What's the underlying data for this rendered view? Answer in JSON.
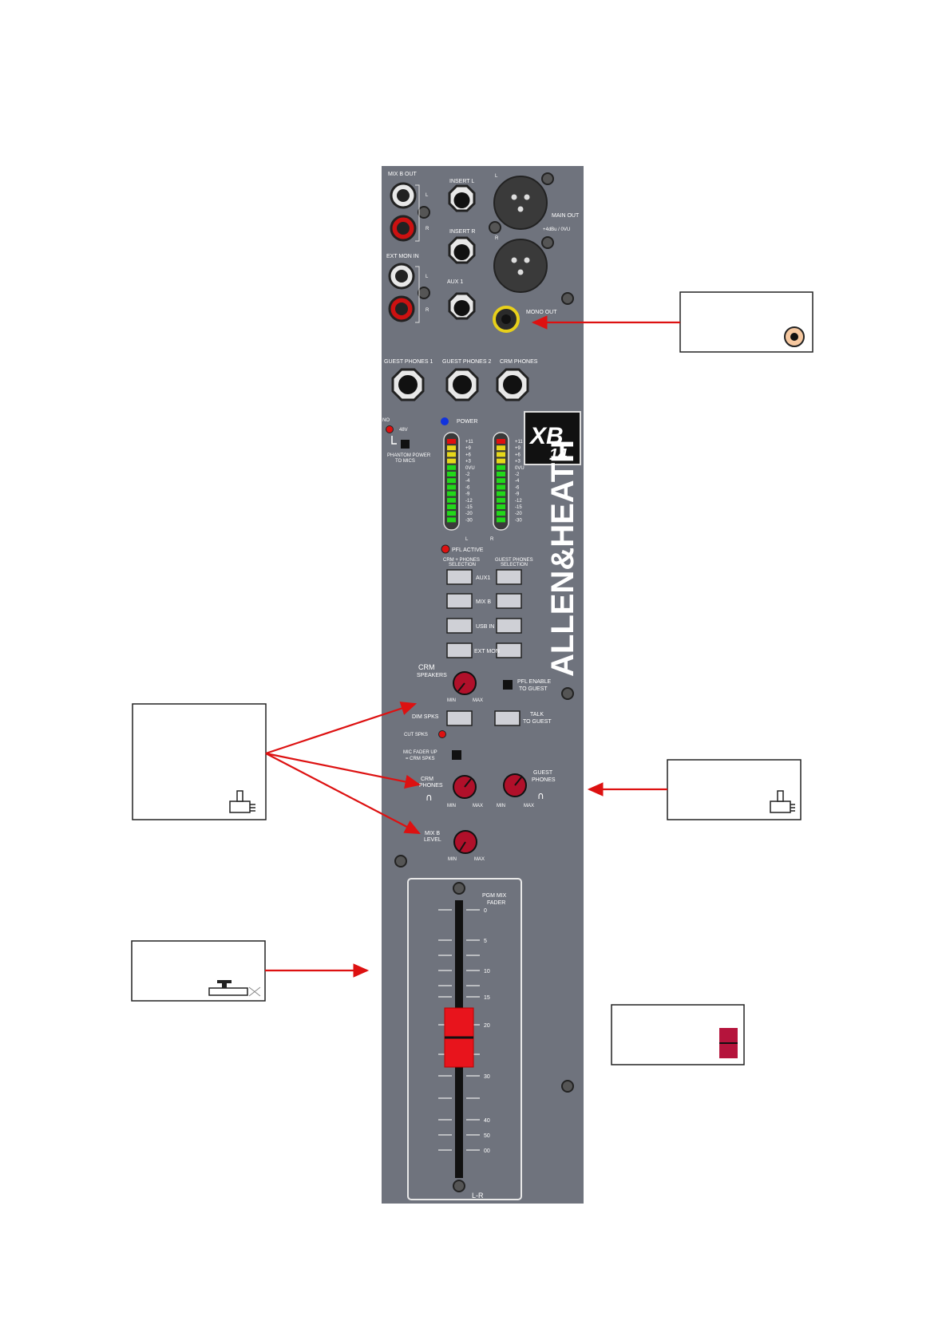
{
  "panel": {
    "brand": "ALLEN&HEATH",
    "model_line1": "XB",
    "model_line2": "14",
    "jacks": {
      "mix_b_out": "MIX B OUT",
      "ext_mon_in": "EXT MON IN",
      "left": "L",
      "right": "R",
      "insert_l": "INSERT L",
      "insert_r": "INSERT R",
      "aux1": "AUX 1",
      "main_out": "MAIN OUT",
      "main_out_level": "+4dBu / 0VU",
      "mono_out": "MONO OUT",
      "guest_phones_1": "GUEST PHONES 1",
      "guest_phones_2": "GUEST PHONES 2",
      "crm_phones": "CRM PHONES"
    },
    "phantom": {
      "no": "NO",
      "v48": "48V",
      "label_line1": "PHANTOM POWER",
      "label_line2": "TO MICS"
    },
    "power": "POWER",
    "meter_scale": [
      "+11",
      "+9",
      "+6",
      "+3",
      "0VU",
      "-2",
      "-4",
      "-6",
      "-9",
      "-12",
      "-15",
      "-20",
      "-30"
    ],
    "meter_l": "L",
    "meter_r": "R",
    "pfl_active": "PFL ACTIVE",
    "crm_selection_1": "CRM + PHONES",
    "crm_selection_2": "SELECTION",
    "guest_selection_1": "GUEST PHONES",
    "guest_selection_2": "SELECTION",
    "sources": [
      "AUX1",
      "MIX B",
      "USB IN",
      "EXT MON"
    ],
    "crm_speakers_1": "CRM",
    "crm_speakers_2": "SPEAKERS",
    "knob_min": "MIN",
    "knob_max": "MAX",
    "pfl_enable_1": "PFL ENABLE",
    "pfl_enable_2": "TO GUEST",
    "dim_spks": "DIM SPKS",
    "talk_1": "TALK",
    "talk_2": "TO GUEST",
    "cut_spks": "CUT SPKS",
    "mic_fader_1": "MIC FADER UP",
    "mic_fader_2": "= CRM SPKS",
    "crm_phones_1": "CRM",
    "crm_phones_2": "PHONES",
    "guest_phones_1": "GUEST",
    "guest_phones_2": "PHONES",
    "mix_b_level_1": "MIX B",
    "mix_b_level_2": "LEVEL",
    "fader_title_1": "PGM MIX",
    "fader_title_2": "FADER",
    "fader_scale": [
      "0",
      "5",
      "10",
      "15",
      "20",
      "30",
      "40",
      "50",
      "00"
    ],
    "fader_bottom": "L-R"
  },
  "callouts": {
    "mono_out": {
      "icon": "jack-socket-icon"
    },
    "crm_knobs": {
      "icon": "rotary-knob-icon"
    },
    "guest_phones": {
      "icon": "rotary-knob-icon"
    },
    "fader": {
      "icon": "slide-fader-icon"
    },
    "fader_cap": {
      "icon": "fader-cap-icon"
    }
  },
  "colors": {
    "panel": "#6f737d",
    "arrow": "#dd1111",
    "fader_cap": "#e8141c",
    "cap_icon": "#b5143c",
    "xlr_jack": "#3a3a3a"
  }
}
